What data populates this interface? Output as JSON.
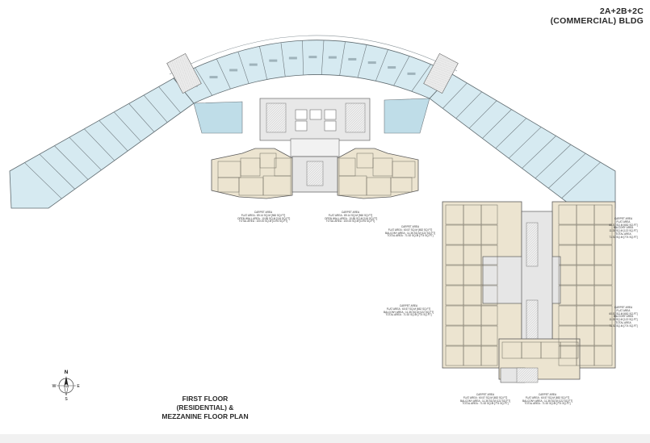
{
  "header": {
    "line1": "2A+2B+2C",
    "line2": "(COMMERCIAL) BLDG"
  },
  "floor_title": {
    "line1": "FIRST FLOOR (RESIDENTIAL) &",
    "line2": "MEZZANINE FLOOR PLAN"
  },
  "compass": {
    "n": "N",
    "s": "S",
    "e": "E",
    "w": "W"
  },
  "colors": {
    "shop": "#d6eaf1",
    "flat": "#ece4d0",
    "core": "#e6e6e6",
    "wall": "#6a6a6a"
  },
  "area_notes": [
    {
      "id": "note-a",
      "lines": [
        "CARPET AREA",
        "FLAT AREA : 89.14 SQ.M [960 SQ.FT]",
        "OPEN WALL AREA : 10.85 SQ.M [116 SQ.FT]",
        "TOTAL AREA : 100.00 SQ.M [1076 SQ.FT]"
      ]
    },
    {
      "id": "note-b",
      "lines": [
        "CARPET AREA",
        "FLAT AREA : 89.14 SQ.M [960 SQ.FT]",
        "OPEN WALL AREA : 10.85 SQ.M [116 SQ.FT]",
        "TOTAL AREA : 100.00 SQ.M [1076 SQ.FT]"
      ]
    },
    {
      "id": "note-c",
      "lines": [
        "CARPET AREA",
        "FLAT AREA : 60.57 SQ.M [652 SQ.FT]",
        "BALCONY AREA : 11.35 SQ.M [122 SQ.FT]",
        "TOTAL AREA : 71.92 SQ.M [774 SQ.FT]"
      ]
    },
    {
      "id": "note-d",
      "lines": [
        "CARPET AREA",
        "FLAT AREA",
        "60.57 SQ.M [652 SQ.FT]",
        "BALCONY AREA",
        "11.35 SQ.M [122 SQ.FT]",
        "TOTAL AREA",
        "71.92 SQ.M [774 SQ.FT]"
      ]
    },
    {
      "id": "note-e",
      "lines": [
        "CARPET AREA",
        "FLAT AREA : 60.57 SQ.M [652 SQ.FT]",
        "BALCONY AREA : 11.35 SQ.M [122 SQ.FT]",
        "TOTAL AREA : 71.92 SQ.M [774 SQ.FT]"
      ]
    },
    {
      "id": "note-f",
      "lines": [
        "CARPET AREA",
        "FLAT AREA",
        "60.57 SQ.M [652 SQ.FT]",
        "BALCONY AREA",
        "11.35 SQ.M [122 SQ.FT]",
        "TOTAL AREA",
        "71.92 SQ.M [774 SQ.FT]"
      ]
    },
    {
      "id": "note-g",
      "lines": [
        "CARPET AREA",
        "FLAT AREA : 60.57 SQ.M [652 SQ.FT]",
        "BALCONY AREA : 11.35 SQ.M [122 SQ.FT]",
        "TOTAL AREA : 71.92 SQ.M [774 SQ.FT]"
      ]
    },
    {
      "id": "note-h",
      "lines": [
        "CARPET AREA",
        "FLAT AREA : 60.57 SQ.M [652 SQ.FT]",
        "BALCONY AREA : 11.35 SQ.M [122 SQ.FT]",
        "TOTAL AREA : 71.92 SQ.M [774 SQ.FT]"
      ]
    }
  ]
}
